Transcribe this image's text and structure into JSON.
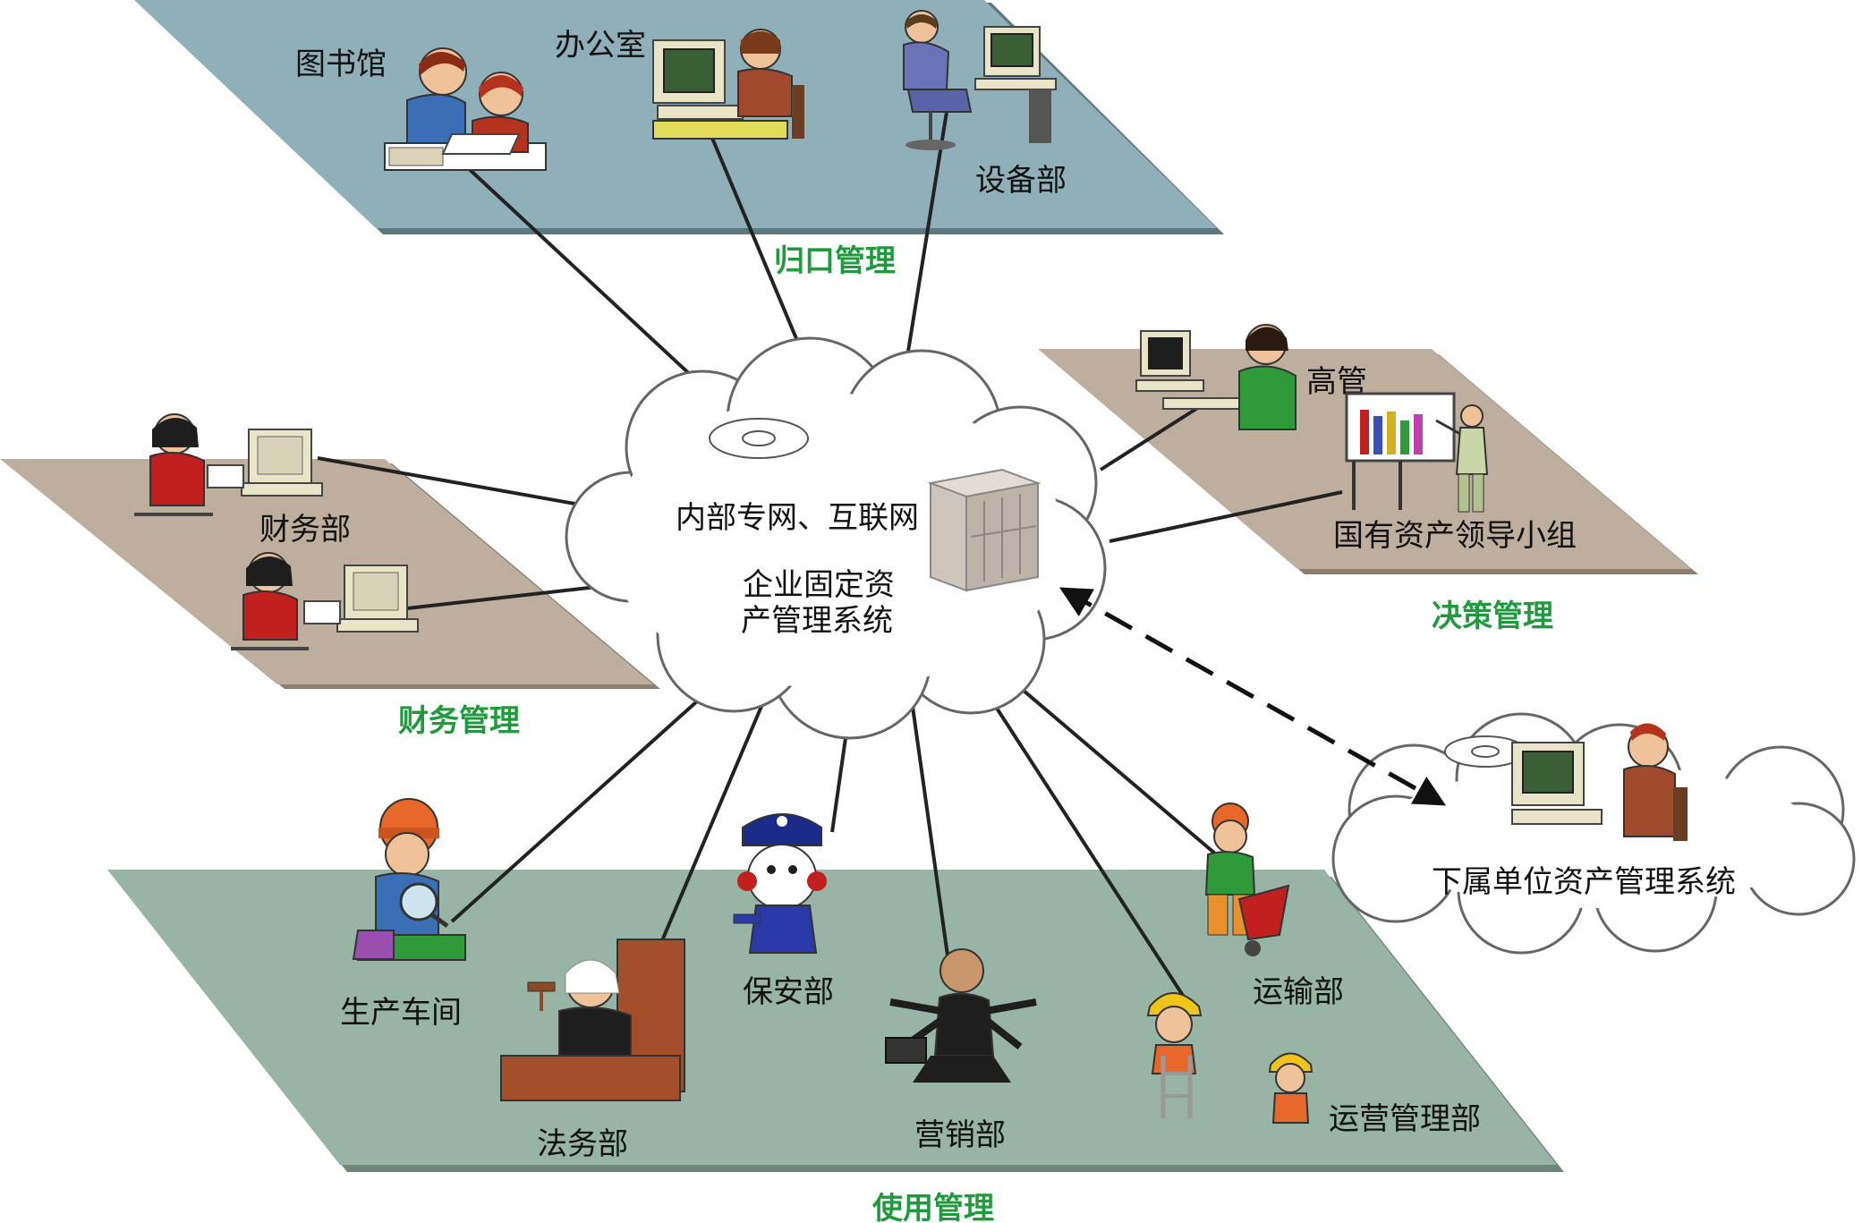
{
  "colors": {
    "zone_blue": "#8fb0b8",
    "zone_brown": "#bdae9e",
    "zone_green": "#97b4a4",
    "zone_label": "#1f9a3c",
    "cloud_fill": "#ffffff",
    "cloud_stroke": "#666666",
    "link": "#222222"
  },
  "center": {
    "network_label": "内部专网、互联网",
    "system_label_line1": "企业固定资",
    "system_label_line2": "产管理系统",
    "server_icon": "server-cabinet-icon"
  },
  "zones": {
    "guikou": {
      "label": "归口管理",
      "nodes": [
        {
          "label": "图书馆",
          "icon": "librarians-reading-icon"
        },
        {
          "label": "办公室",
          "icon": "office-worker-computer-icon"
        },
        {
          "label": "设备部",
          "icon": "operator-workstation-icon"
        }
      ]
    },
    "finance": {
      "label": "财务管理",
      "nodes": [
        {
          "label": "财务部",
          "icon": "accountant-computer-icon"
        }
      ]
    },
    "decision": {
      "label": "决策管理",
      "nodes": [
        {
          "label": "高管",
          "icon": "executive-computer-icon"
        },
        {
          "label": "国有资产领导小组",
          "icon": "presenter-chart-icon"
        }
      ]
    },
    "usage": {
      "label": "使用管理",
      "nodes": [
        {
          "label": "生产车间",
          "icon": "inspector-magnifier-icon"
        },
        {
          "label": "法务部",
          "icon": "judge-gavel-icon"
        },
        {
          "label": "保安部",
          "icon": "security-guard-icon"
        },
        {
          "label": "营销部",
          "icon": "multitasking-salesman-icon"
        },
        {
          "label": "运输部",
          "icon": "cart-worker-icon"
        },
        {
          "label": "运营管理部",
          "icon": "helmet-workers-icon"
        }
      ]
    }
  },
  "subsidiary": {
    "label": "下属单位资产管理系统",
    "icon": "subsidiary-computer-icon"
  }
}
